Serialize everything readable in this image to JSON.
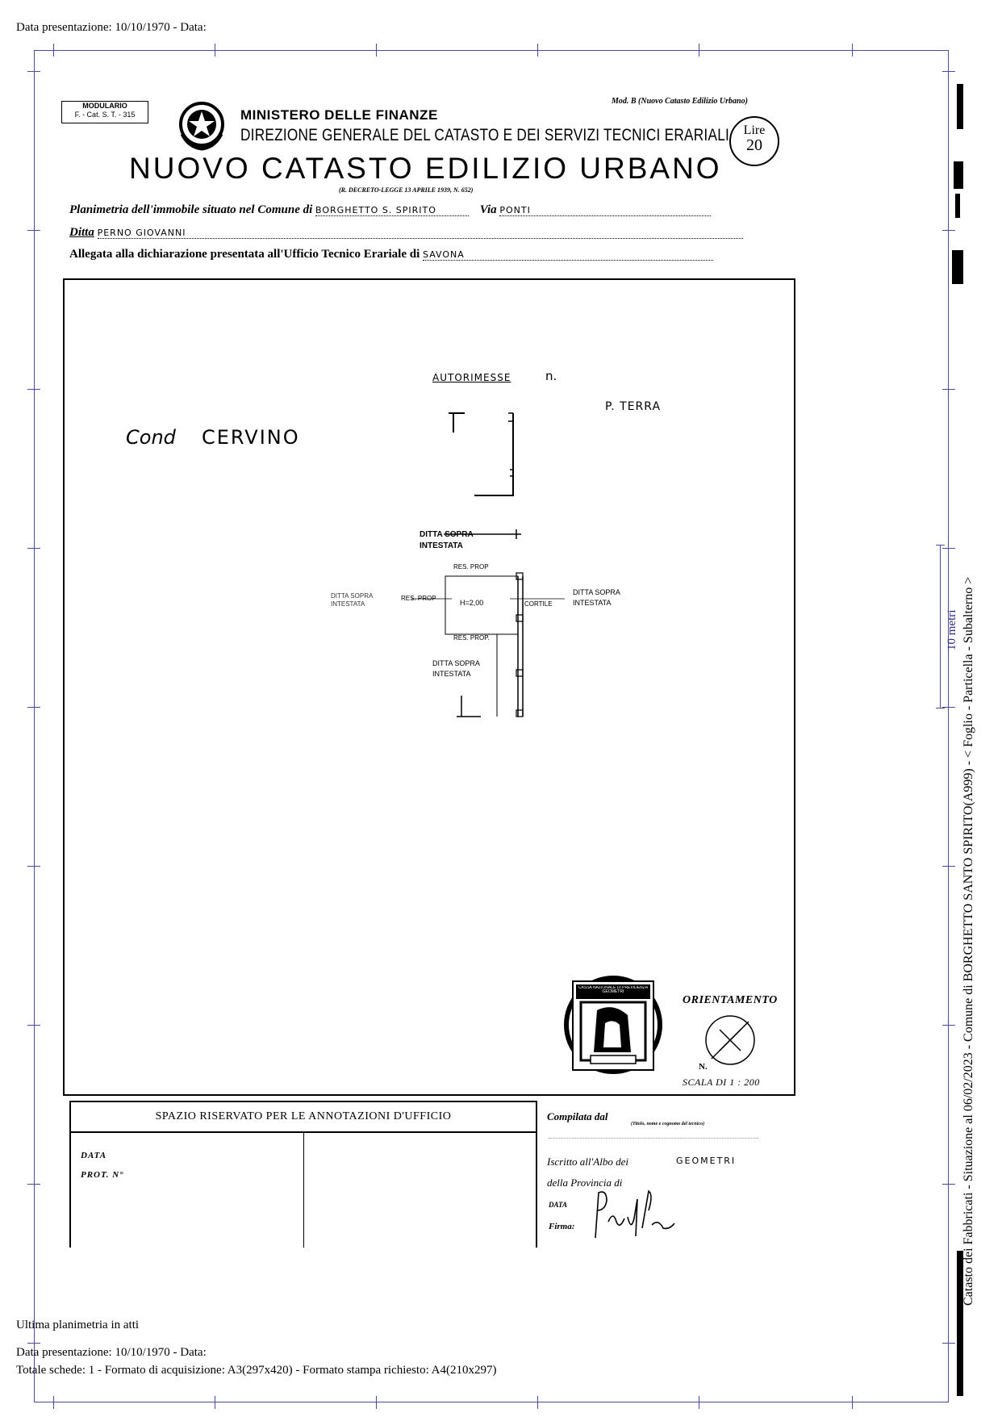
{
  "header": {
    "top_line": "Data presentazione: 10/10/1970 - Data:"
  },
  "form": {
    "modulario": "MODULARIO",
    "modulario_code": "F. - Cat. S. T. - 315",
    "mod_b": "Mod. B (Nuovo Catasto Edilizio Urbano)",
    "ministry": "MINISTERO DELLE FINANZE",
    "direction": "DIREZIONE GENERALE DEL CATASTO E DEI SERVIZI TECNICI ERARIALI",
    "stamp_lire": "Lire",
    "stamp_value": "20",
    "title": "NUOVO CATASTO EDILIZIO URBANO",
    "decree": "(R. DECRETO-LEGGE 13 APRILE 1939, N. 652)",
    "line1_label": "Planimetria dell'immobile situato nel Comune di",
    "line1_value": "BORGHETTO  S. SPIRITO",
    "line1_via_label": "Via",
    "line1_via_value": "PONTI",
    "line2_label": "Ditta",
    "line2_value": "PERNO  GIOVANNI",
    "line3_label": "Allegata alla dichiarazione presentata all'Ufficio Tecnico Erariale di",
    "line3_value": "SAVONA"
  },
  "plan": {
    "cond": "Cond",
    "cond_name": "CERVINO",
    "autorimesse": "AUTORIMESSE",
    "autorimesse_n": "n.",
    "floor": "P. TERRA",
    "ditta_top_1": "DITTA SOPRA",
    "ditta_top_2": "INTESTATA",
    "res_prop_top": "RES. PROP",
    "ditta_left_1": "DITTA SOPRA",
    "ditta_left_2": "INTESTATA",
    "res_prop_left": "RES. PROP",
    "height": "H=2,00",
    "cortile": "CORTILE",
    "ditta_right_1": "DITTA SOPRA",
    "ditta_right_2": "INTESTATA",
    "res_prop_bottom": "RES. PROP.",
    "ditta_bottom_1": "DITTA SOPRA",
    "ditta_bottom_2": "INTESTATA",
    "seal_text": "CASSA NAZIONALE DI PREVIDENZA GEOMETRI",
    "orientamento": "ORIENTAMENTO",
    "north": "N.",
    "scala": "SCALA DI 1 : 200"
  },
  "footer_form": {
    "reserved": "SPAZIO RISERVATO PER LE ANNOTAZIONI D'UFFICIO",
    "data_label": "DATA",
    "prot_label": "PROT. N°",
    "compilata": "Compilata dal",
    "compilata_note": "(Titolo, nome e cognome del tecnico)",
    "iscritto": "Iscritto all'Albo dei",
    "iscritto_value": "GEOMETRI",
    "provincia": "della Provincia di",
    "data_small": "DATA",
    "firma": "Firma:"
  },
  "side": {
    "catasto_text": "Catasto dei Fabbricati - Situazione al 06/02/2023 - Comune di BORGHETTO SANTO SPIRITO(A999) - < Foglio    - Particella    - Subalterno  >",
    "scale_label": "10 metri"
  },
  "bottom": {
    "ultima": "Ultima planimetria in atti",
    "presentazione": "Data presentazione: 10/10/1970 - Data:",
    "totale": "Totale schede: 1 - Formato di acquisizione: A3(297x420)  - Formato stampa richiesto: A4(210x297)"
  }
}
